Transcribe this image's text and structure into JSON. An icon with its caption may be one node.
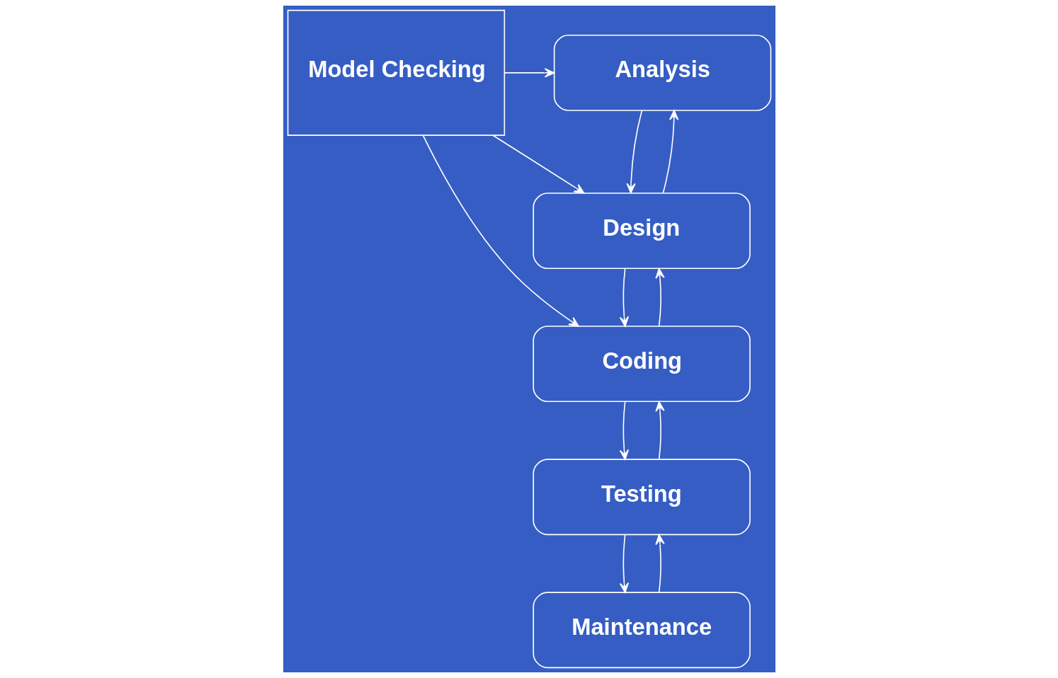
{
  "diagram": {
    "nodes": [
      {
        "text": [
          "Analysis"
        ]
      },
      {
        "text": [
          "Model Checking"
        ]
      },
      {
        "text": [
          "Design"
        ]
      },
      {
        "text": [
          "Coding"
        ]
      },
      {
        "text": [
          "Testing"
        ]
      },
      {
        "text": [
          "Maintenance"
        ]
      }
    ],
    "edges": [
      {
        "from": 1,
        "to": 0,
        "arrow": "to"
      },
      {
        "from": 1,
        "to": 2,
        "arrow": "to"
      },
      {
        "from": 1,
        "to": 3,
        "arrow": "to"
      },
      {
        "from": 0,
        "to": 2,
        "arrow": "to"
      },
      {
        "from": 2,
        "to": 0,
        "arrow": "to"
      },
      {
        "from": 2,
        "to": 3,
        "arrow": "to"
      },
      {
        "from": 3,
        "to": 2,
        "arrow": "to"
      },
      {
        "from": 3,
        "to": 4,
        "arrow": "to"
      },
      {
        "from": 4,
        "to": 3,
        "arrow": "to"
      },
      {
        "from": 4,
        "to": 5,
        "arrow": "to"
      },
      {
        "from": 5,
        "to": 4,
        "arrow": "to"
      }
    ]
  }
}
